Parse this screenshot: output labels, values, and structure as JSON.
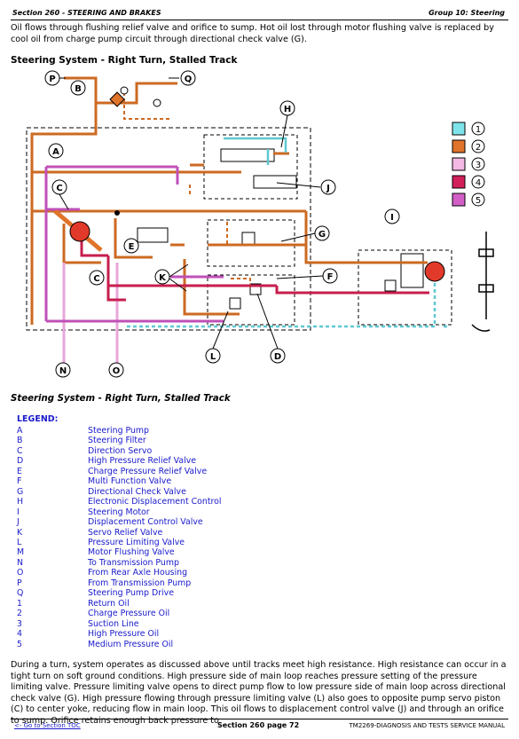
{
  "header": {
    "section": "Section 260 - STEERING AND BRAKES",
    "group": "Group 10: Steering"
  },
  "intro_text": "Oil flows through flushing relief valve and orifice to sump. Hot oil lost through motor flushing valve is replaced by cool oil from charge pump circuit through directional check valve (G).",
  "diagram": {
    "title": "Steering System - Right Turn, Stalled Track",
    "callouts": [
      "P",
      "B",
      "Q",
      "H",
      "A",
      "C",
      "J",
      "I",
      "E",
      "G",
      "K",
      "F",
      "C",
      "L",
      "D",
      "N",
      "O"
    ],
    "color_key": [
      {
        "num": "1",
        "color": "#7fe3ea"
      },
      {
        "num": "2",
        "color": "#e0742a"
      },
      {
        "num": "3",
        "color": "#f3b8e3"
      },
      {
        "num": "4",
        "color": "#d2205a"
      },
      {
        "num": "5",
        "color": "#d25fc8"
      }
    ],
    "colors": {
      "return": "#5fc8d0",
      "charge": "#cc6a22",
      "suction": "#e8a6d8",
      "high": "#c71e4e",
      "medium": "#c050b8"
    }
  },
  "caption": "Steering System - Right Turn, Stalled Track",
  "legend_title": "LEGEND:",
  "legend": [
    {
      "key": "A",
      "label": "Steering Pump"
    },
    {
      "key": "B",
      "label": "Steering Filter"
    },
    {
      "key": "C",
      "label": "Direction Servo"
    },
    {
      "key": "D",
      "label": "High Pressure Relief Valve"
    },
    {
      "key": "E",
      "label": "Charge Pressure Relief Valve"
    },
    {
      "key": "F",
      "label": "Multi Function Valve"
    },
    {
      "key": "G",
      "label": "Directional Check Valve"
    },
    {
      "key": "H",
      "label": "Electronic Displacement Control"
    },
    {
      "key": "I",
      "label": "Steering Motor"
    },
    {
      "key": "J",
      "label": "Displacement Control Valve"
    },
    {
      "key": "K",
      "label": "Servo Relief Valve"
    },
    {
      "key": "L",
      "label": "Pressure Limiting Valve"
    },
    {
      "key": "M",
      "label": "Motor Flushing Valve"
    },
    {
      "key": "N",
      "label": "To Transmission Pump"
    },
    {
      "key": "O",
      "label": "From Rear Axle Housing"
    },
    {
      "key": "P",
      "label": "From Transmission Pump"
    },
    {
      "key": "Q",
      "label": "Steering Pump Drive"
    },
    {
      "key": "1",
      "label": "Return Oil"
    },
    {
      "key": "2",
      "label": "Charge Pressure Oil"
    },
    {
      "key": "3",
      "label": "Suction Line"
    },
    {
      "key": "4",
      "label": "High Pressure Oil"
    },
    {
      "key": "5",
      "label": "Medium Pressure Oil"
    }
  ],
  "body_text": "During a turn, system operates as discussed above until tracks meet high resistance. High resistance can occur in a tight turn on soft ground conditions. High pressure side of main loop reaches pressure setting of the pressure limiting valve. Pressure limiting valve opens to direct pump flow to low pressure side of main loop across directional check valve (G). High pressure flowing through pressure limiting valve (L) also goes to opposite pump servo piston (C) to center yoke, reducing flow in main loop. This oil flows to displacement control valve (J) and through an orifice to sump. Orifice retains enough back pressure to",
  "footer": {
    "toc_link": "<- Go to Section TOC",
    "page": "Section 260 page 72",
    "manual": "TM2269-DIAGNOSIS AND TESTS SERVICE MANUAL"
  }
}
